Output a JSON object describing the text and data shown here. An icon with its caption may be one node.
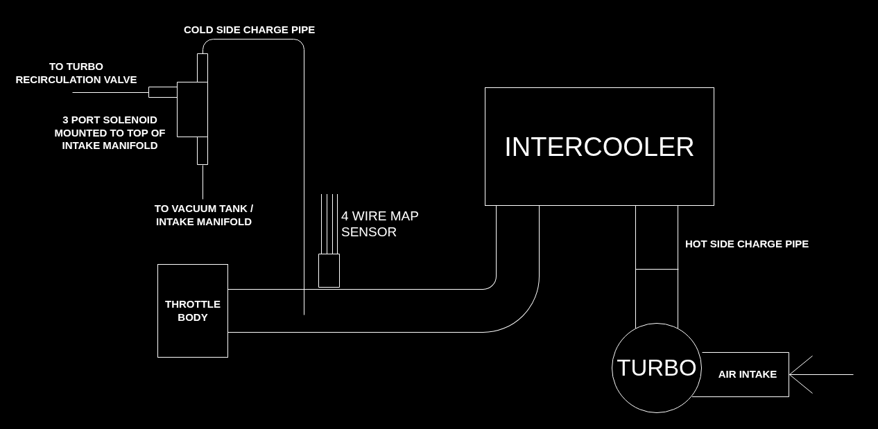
{
  "diagram": {
    "nodes": [
      {
        "text": [],
        "shape": "box",
        "beside": [
          "3 PORT SOLENOID MOUNTED TO TOP OF INTAKE MANIFOLD"
        ]
      },
      {
        "text": [
          "TO TURBO RECIRCULATION VALVE"
        ]
      },
      {
        "text": [
          "TO VACUUM TANK / INTAKE MANIFOLD"
        ]
      },
      {
        "text": [
          "INTERCOOLER"
        ]
      },
      {
        "text": [],
        "shape": "box",
        "beside": [
          "4 WIRE MAP SENSOR"
        ]
      },
      {
        "text": [
          "THROTTLE BODY"
        ]
      },
      {
        "text": [
          "TURBO"
        ]
      },
      {
        "text": [
          "AIR INTAKE"
        ]
      }
    ],
    "edges": [
      {
        "from": 0,
        "to": 1,
        "arrow": "none"
      },
      {
        "from": 0,
        "to": 2,
        "arrow": "none"
      },
      {
        "from": 0,
        "to": null,
        "arrow": "none",
        "label": "COLD SIDE CHARGE PIPE"
      },
      {
        "from": 6,
        "to": 3,
        "arrow": "none",
        "label": "HOT SIDE CHARGE PIPE",
        "style": "thick"
      },
      {
        "from": 3,
        "to": 5,
        "arrow": "none",
        "style": "thick"
      },
      {
        "from": null,
        "to": 7,
        "arrow": "to"
      }
    ]
  }
}
